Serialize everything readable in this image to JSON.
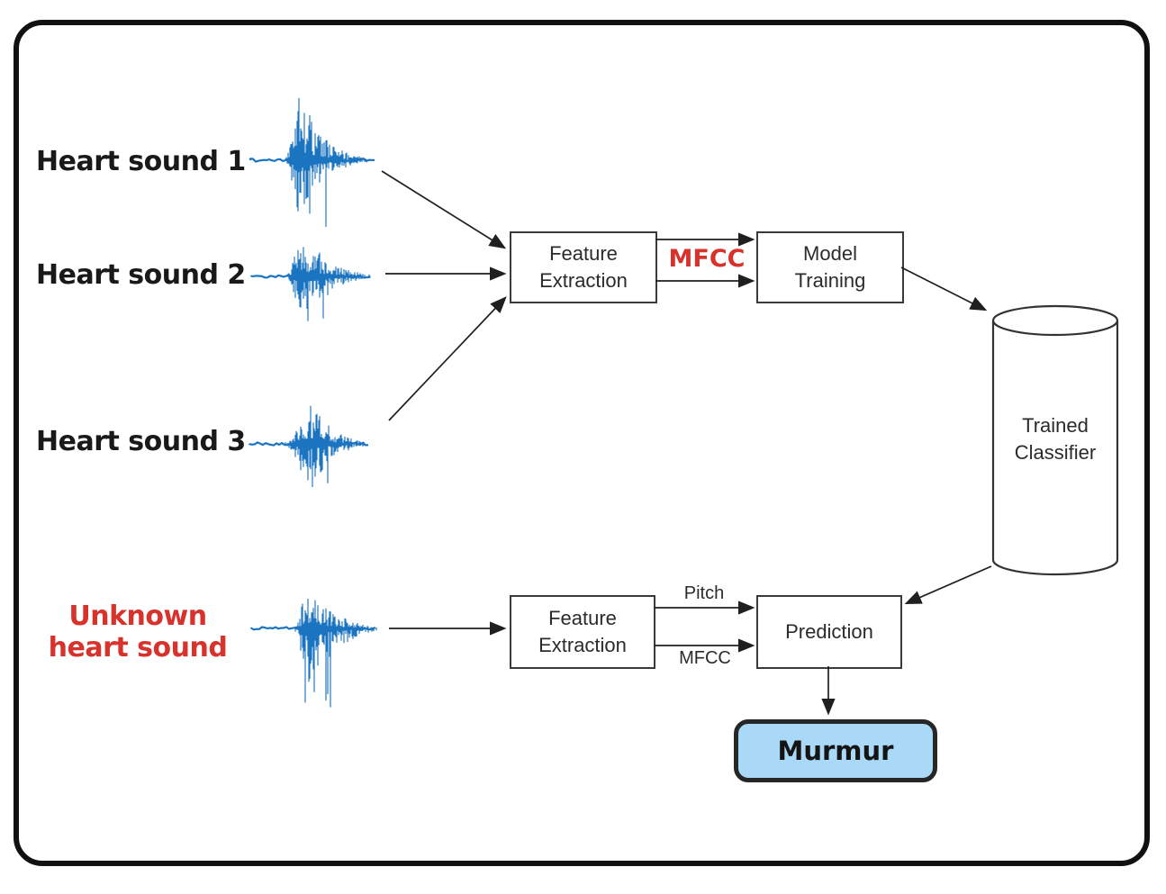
{
  "colors": {
    "waveform": "#1b74c0",
    "accent_red": "#d8322c",
    "murmur_fill": "#a9d9f6",
    "line": "#1f1f1f",
    "box_border": "#3a3a3a"
  },
  "inputs": {
    "heart_sound_1": "Heart sound 1",
    "heart_sound_2": "Heart sound 2",
    "heart_sound_3": "Heart sound 3",
    "unknown": "Unknown\nheart sound"
  },
  "boxes": {
    "feature_extraction_top": "Feature\nExtraction",
    "model_training": "Model\nTraining",
    "trained_classifier": "Trained\nClassifier",
    "feature_extraction_bottom": "Feature\nExtraction",
    "prediction": "Prediction",
    "murmur": "Murmur"
  },
  "edge_labels": {
    "mfcc_train": "MFCC",
    "pitch": "Pitch",
    "mfcc_predict": "MFCC"
  }
}
